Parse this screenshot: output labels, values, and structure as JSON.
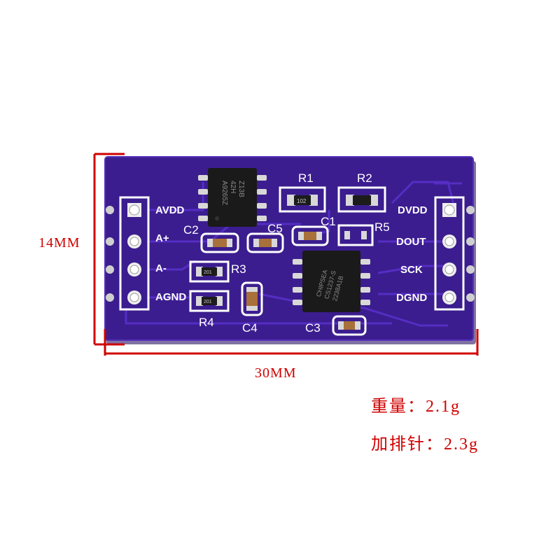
{
  "dimensions": {
    "height_label": "14MM",
    "width_label": "30MM"
  },
  "specs": {
    "weight": {
      "label": "重量：",
      "value": "2.1g"
    },
    "with_pins": {
      "label": "加排针：",
      "value": "2.3g"
    }
  },
  "board": {
    "color": "#3b1d8f",
    "left_pins": [
      "AVDD",
      "A+",
      "A-",
      "AGND"
    ],
    "right_pins": [
      "DVDD",
      "DOUT",
      "SCK",
      "DGND"
    ],
    "components": {
      "r1": "R1",
      "r2": "R2",
      "r3": "R3",
      "r4": "R4",
      "r5": "R5",
      "c1": "C1",
      "c2": "C2",
      "c3": "C3",
      "c4": "C4",
      "c5": "C5"
    },
    "resistor_codes": {
      "r1": "102",
      "r3": "201",
      "r4": "201"
    },
    "chip_markings": {
      "left_chip": [
        "Z13B",
        "42H",
        "A9265Z"
      ],
      "right_chip": [
        "CHIPSEA",
        "CS1237-S",
        "2238A1B"
      ]
    }
  },
  "colors": {
    "accent": "#d00000",
    "silkscreen": "#ffffff",
    "chip": "#1a1a1a",
    "pad": "#d8d8d8"
  }
}
